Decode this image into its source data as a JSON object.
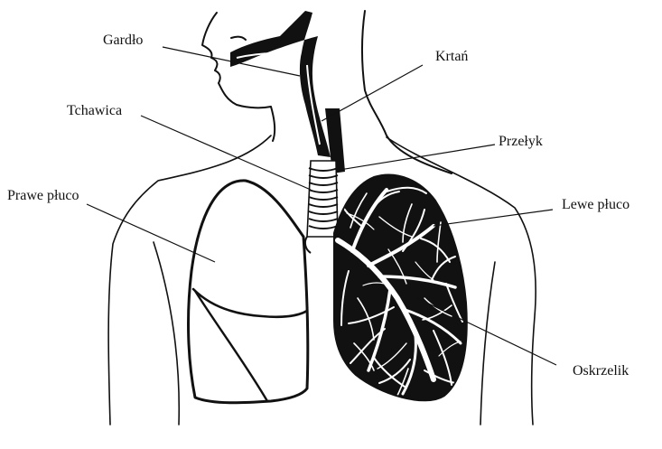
{
  "diagram": {
    "labels": {
      "gardlo": "Gardło",
      "krtan": "Krtań",
      "tchawica": "Tchawica",
      "przelyk": "Przełyk",
      "prawe_pluco": "Prawe płuco",
      "lewe_pluco": "Lewe płuco",
      "oskrzelik": "Oskrzelik"
    },
    "colors": {
      "ink": "#111111",
      "background": "#ffffff",
      "tissue": "#ffffff"
    }
  }
}
